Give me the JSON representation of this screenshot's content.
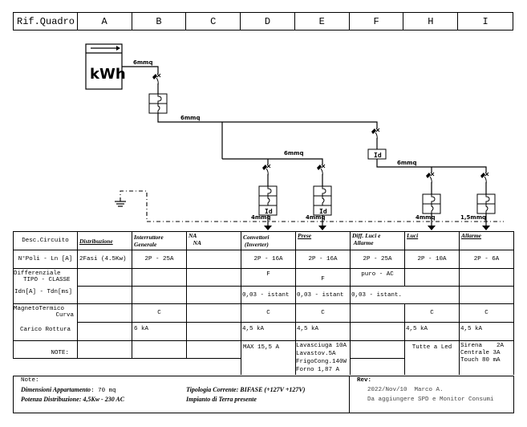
{
  "header": {
    "ref_label": "Rif.Quadro",
    "columns": [
      "A",
      "B",
      "C",
      "D",
      "E",
      "F",
      "H",
      "I"
    ]
  },
  "diagram": {
    "meter_label": "kWh",
    "cable_main_1": "6mmq",
    "cable_main_2": "6mmq",
    "cable_branch_de": "6mmq",
    "cable_branch_hi": "6mmq",
    "diff_label": "Id",
    "outputs": {
      "D": "4mmq",
      "E": "4mmq",
      "H": "4mmq",
      "I": "1,5mmq"
    }
  },
  "table": {
    "rows": [
      {
        "label": "Desc.Circuito",
        "cells": [
          "Distribuzione",
          "Interruttore\nGenerale",
          "NA\n   NA",
          "Convettori\n (Inverter)",
          "Prese",
          "Diff. Luci e\n Allarme",
          "Luci",
          "Allarme"
        ]
      },
      {
        "label": "N°Poli - Ln [A]",
        "cells": [
          "2Fasi (4.5Kw)",
          "2P - 25A",
          "",
          "2P - 16A",
          "2P - 16A",
          "2P - 25A",
          "2P - 10A",
          "2P - 6A"
        ]
      },
      {
        "label_1": "Differenziale",
        "label_2": "TIPO - CLASSE",
        "cells": [
          "",
          "",
          "",
          "F",
          "F",
          "puro - AC",
          "",
          ""
        ]
      },
      {
        "label": "Idn[A] - Tdn[ms]",
        "cells": [
          "",
          "",
          "",
          "0,03 - istant",
          "0,03 - istant",
          "0,03 - istant.",
          "",
          ""
        ]
      },
      {
        "label_1": "MagnetoTermico",
        "label_2": "Curva",
        "cells": [
          "",
          "C",
          "",
          "C",
          "C",
          "",
          "C",
          "C"
        ]
      },
      {
        "label": "Carico Rottura",
        "cells": [
          "",
          "6 kA",
          "",
          "4,5 kA",
          "4,5 kA",
          "",
          "4,5 kA",
          "4,5 kA"
        ]
      },
      {
        "label": "NOTE:",
        "cells": [
          "",
          "",
          "",
          "MAX 15,5 A",
          "Lavasciuga 10A\nLavastov.5A\nFrigoCong.140W\nForno 1,87 A",
          "",
          "Tutte a Led",
          "Sirena    2A\nCentrale 3A\nTouch 80 mA"
        ]
      }
    ]
  },
  "notes": {
    "title": "Note:",
    "line1_key": "Dimensioni Appartamento",
    "line1_val": ": 70 mq",
    "line2_key": "Potenza Distribuzione",
    "line2_val": ": 4,5Kw - 230 AC",
    "line3_key": "Tipologia Corrente",
    "line3_val": ": BIFASE (+127V +127V)",
    "line4": "Impianto di Terra presente"
  },
  "rev": {
    "title": "Rev:",
    "line1": "2022/Nov/10  Marco A.",
    "line2": "Da aggiungere SPD e Monitor Consumi"
  }
}
